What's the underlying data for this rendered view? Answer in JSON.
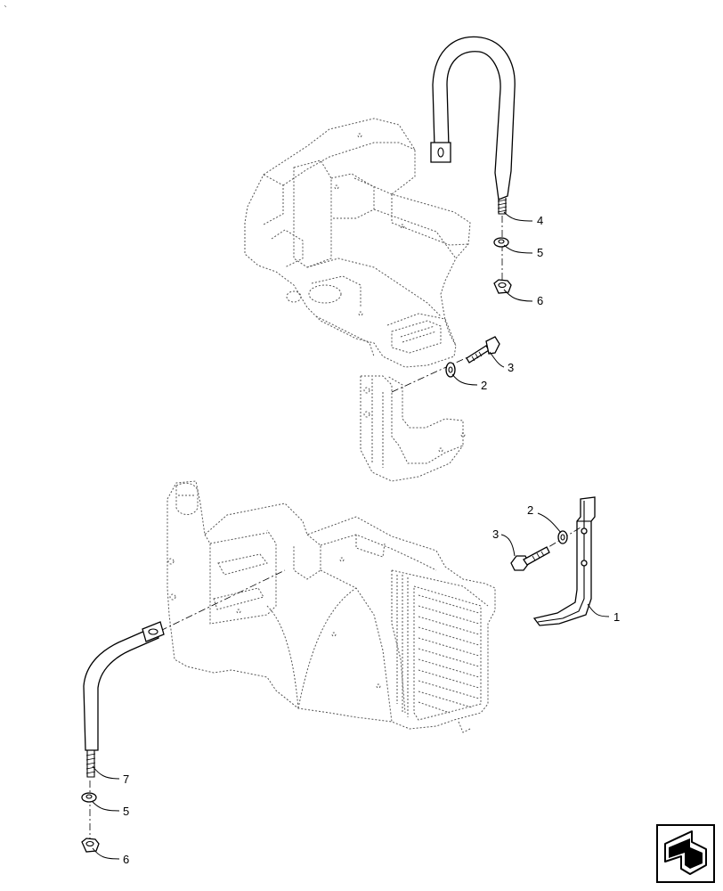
{
  "diagram": {
    "callouts": {
      "top_strap": "4",
      "top_washer": "5",
      "top_nut": "6",
      "top_bolt": "3",
      "top_bolt_washer": "2",
      "right_bracket": "1",
      "right_washer": "2",
      "right_bolt": "3",
      "bottom_strap": "7",
      "bottom_washer": "5",
      "bottom_nut": "6"
    },
    "nav_icon": "next-page-arrow-icon"
  }
}
